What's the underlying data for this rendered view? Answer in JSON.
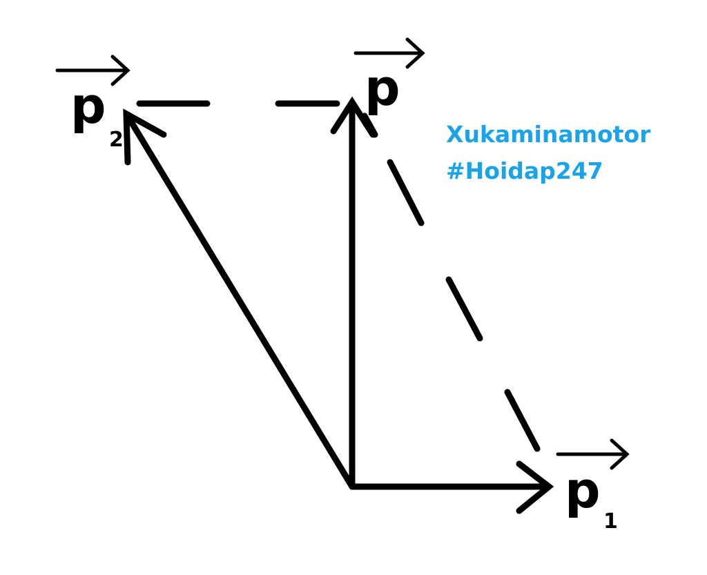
{
  "labels": {
    "p": "p",
    "p1": "p",
    "p1_sub": "1",
    "p2": "p",
    "p2_sub": "2"
  },
  "watermark": {
    "line1": "Xukaminamotor",
    "line2": "#Hoidap247"
  },
  "colors": {
    "stroke": "#000000",
    "watermark": "#1aa3e8"
  }
}
